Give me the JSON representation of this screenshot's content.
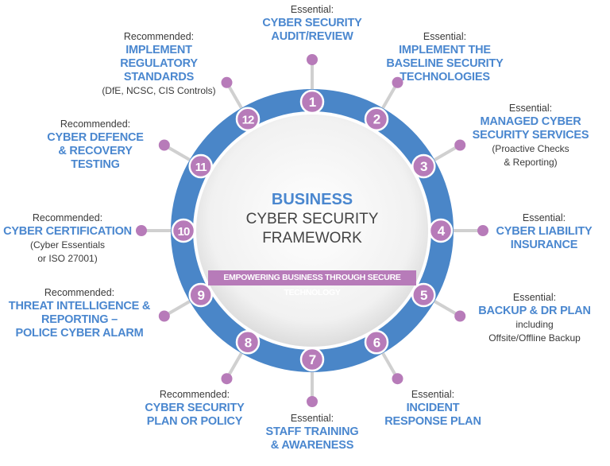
{
  "center": {
    "line1": "BUSINESS",
    "line2": "CYBER SECURITY",
    "line3": "FRAMEWORK",
    "tagline": "EMPOWERING BUSINESS THROUGH SECURE TECHNOLOGY"
  },
  "colors": {
    "ring": "#4a86c8",
    "badge": "#b77bb9",
    "title": "#4a87cf",
    "connector": "#d0d0d0"
  },
  "items": [
    {
      "num": "1",
      "kind": "Essential:",
      "title": [
        "CYBER SECURITY",
        "AUDIT/REVIEW"
      ],
      "note": []
    },
    {
      "num": "2",
      "kind": "Essential:",
      "title": [
        "IMPLEMENT THE",
        "BASELINE SECURITY",
        "TECHNOLOGIES"
      ],
      "note": []
    },
    {
      "num": "3",
      "kind": "Essential:",
      "title": [
        "MANAGED CYBER",
        "SECURITY SERVICES"
      ],
      "note": [
        "(Proactive Checks",
        "& Reporting)"
      ]
    },
    {
      "num": "4",
      "kind": "Essential:",
      "title": [
        "CYBER LIABILITY",
        "INSURANCE"
      ],
      "note": []
    },
    {
      "num": "5",
      "kind": "Essential:",
      "title": [
        "BACKUP & DR PLAN"
      ],
      "note": [
        "including",
        "Offsite/Offline Backup"
      ]
    },
    {
      "num": "6",
      "kind": "Essential:",
      "title": [
        "INCIDENT",
        "RESPONSE PLAN"
      ],
      "note": []
    },
    {
      "num": "7",
      "kind": "Essential:",
      "title": [
        "STAFF TRAINING",
        "& AWARENESS"
      ],
      "note": []
    },
    {
      "num": "8",
      "kind": "Recommended:",
      "title": [
        "CYBER SECURITY",
        "PLAN OR POLICY"
      ],
      "note": []
    },
    {
      "num": "9",
      "kind": "Recommended:",
      "title": [
        "THREAT INTELLIGENCE &",
        "REPORTING –",
        "POLICE CYBER ALARM"
      ],
      "note": []
    },
    {
      "num": "10",
      "kind": "Recommended:",
      "title": [
        "CYBER CERTIFICATION"
      ],
      "note": [
        "(Cyber Essentials",
        "or ISO 27001)"
      ]
    },
    {
      "num": "11",
      "kind": "Recommended:",
      "title": [
        "CYBER DEFENCE",
        "& RECOVERY",
        "TESTING"
      ],
      "note": []
    },
    {
      "num": "12",
      "kind": "Recommended:",
      "title": [
        "IMPLEMENT",
        "REGULATORY",
        "STANDARDS"
      ],
      "note": [
        "(DfE, NCSC, CIS Controls)"
      ]
    }
  ]
}
